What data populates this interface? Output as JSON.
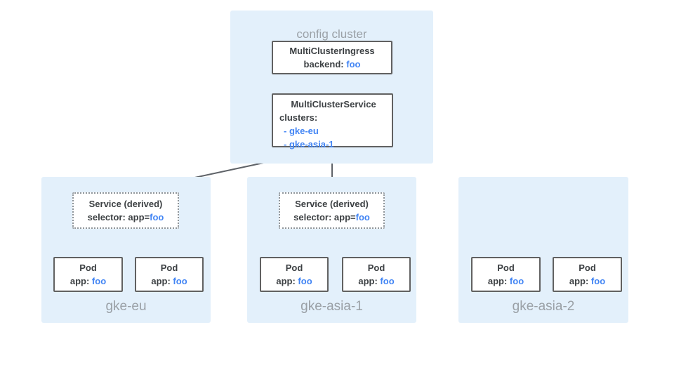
{
  "colors": {
    "cluster_bg": "#E3F0FB",
    "box_border": "#616161",
    "dotted_border": "#8E9499",
    "text_dark": "#3C4043",
    "text_blue": "#4285F4",
    "text_gray": "#9AA0A6",
    "arrow_dark": "#5F6368",
    "arrow_light": "#BDBDBD"
  },
  "config_cluster": {
    "label": "config cluster",
    "ingress": {
      "title": "MultiClusterIngress",
      "backend_label": "backend: ",
      "backend_value": "foo"
    },
    "service": {
      "title": "MultiClusterService",
      "clusters_label": "clusters:",
      "cluster_items": [
        "- gke-eu",
        "- gke-asia-1"
      ]
    }
  },
  "clusters": [
    {
      "name": "gke-eu",
      "service": {
        "title": "Service (derived)",
        "selector_label": "selector: app=",
        "selector_value": "foo"
      },
      "pods": [
        {
          "title": "Pod",
          "app_label": "app: ",
          "app_value": "foo"
        },
        {
          "title": "Pod",
          "app_label": "app: ",
          "app_value": "foo"
        }
      ]
    },
    {
      "name": "gke-asia-1",
      "service": {
        "title": "Service (derived)",
        "selector_label": "selector: app=",
        "selector_value": "foo"
      },
      "pods": [
        {
          "title": "Pod",
          "app_label": "app: ",
          "app_value": "foo"
        },
        {
          "title": "Pod",
          "app_label": "app: ",
          "app_value": "foo"
        }
      ]
    },
    {
      "name": "gke-asia-2",
      "pods": [
        {
          "title": "Pod",
          "app_label": "app: ",
          "app_value": "foo"
        },
        {
          "title": "Pod",
          "app_label": "app: ",
          "app_value": "foo"
        }
      ]
    }
  ]
}
